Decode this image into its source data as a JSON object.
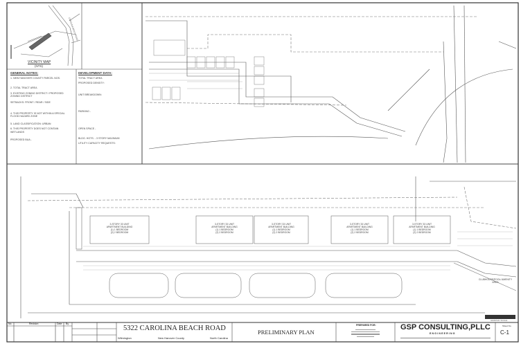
{
  "vicinity_map": {
    "title": "VICINITY MAP",
    "scale": "(NTS)",
    "road_label": "CAROLINA BEACH ROAD"
  },
  "general_notes": {
    "heading": "GENERAL NOTES:",
    "items": [
      "1. NEW HANOVER COUNTY PARCEL NOS.",
      "2. TOTAL TRACT AREA",
      "3. EXISTING ZONING DISTRICT / PROPOSED ZONING DISTRICT",
      "SETBACKS: FRONT / REAR / SIDE",
      "4. THIS PROPERTY IS NOT WITHIN A SPECIAL FLOOD HAZARD ZONE",
      "5. LAND CLASSIFICATION: URBAN",
      "6. THIS PROPERTY DOES NOT CONTAIN WETLANDS",
      "PROPOSED BUA -"
    ]
  },
  "development_data": {
    "heading": "DEVELOPMENT DATA:",
    "items": [
      "TOTAL TRACT AREA",
      "PROPOSED DENSITY:",
      "UNIT BREAKDOWN:",
      "PARKING -",
      "OPEN SPACE -",
      "BLDG. HGTS. - 3 STORY MAXIMUM",
      "UTILITY CAPACITY REQUESTS:"
    ]
  },
  "site_plan": {
    "building_label_lines": [
      "3-STORY 33 UNIT",
      "APARTMENT BUILDING",
      "(1) 1 BEDROOM",
      "(2) 2 BEDROOM"
    ],
    "amenity_label": "CLUBHOUSE/POOL/ AMENITY AREA"
  },
  "title_block": {
    "revision_headers": {
      "no": "No.",
      "revision": "Revision",
      "date": "Date",
      "by": "By"
    },
    "project_title": "5322 CAROLINA BEACH ROAD",
    "city": "Wilmington",
    "county": "New Hanover County",
    "state": "North Carolina",
    "sheet_title": "PRELIMINARY PLAN",
    "prepared_for": "PREPARED FOR:",
    "firm_name": "GSP CONSULTING,PLLC",
    "firm_sub": "ENGINEERING",
    "sheet_no_label": "Sheet No.",
    "sheet_no": "C-1",
    "graphic_scale": "GRAPHIC SCALE"
  }
}
